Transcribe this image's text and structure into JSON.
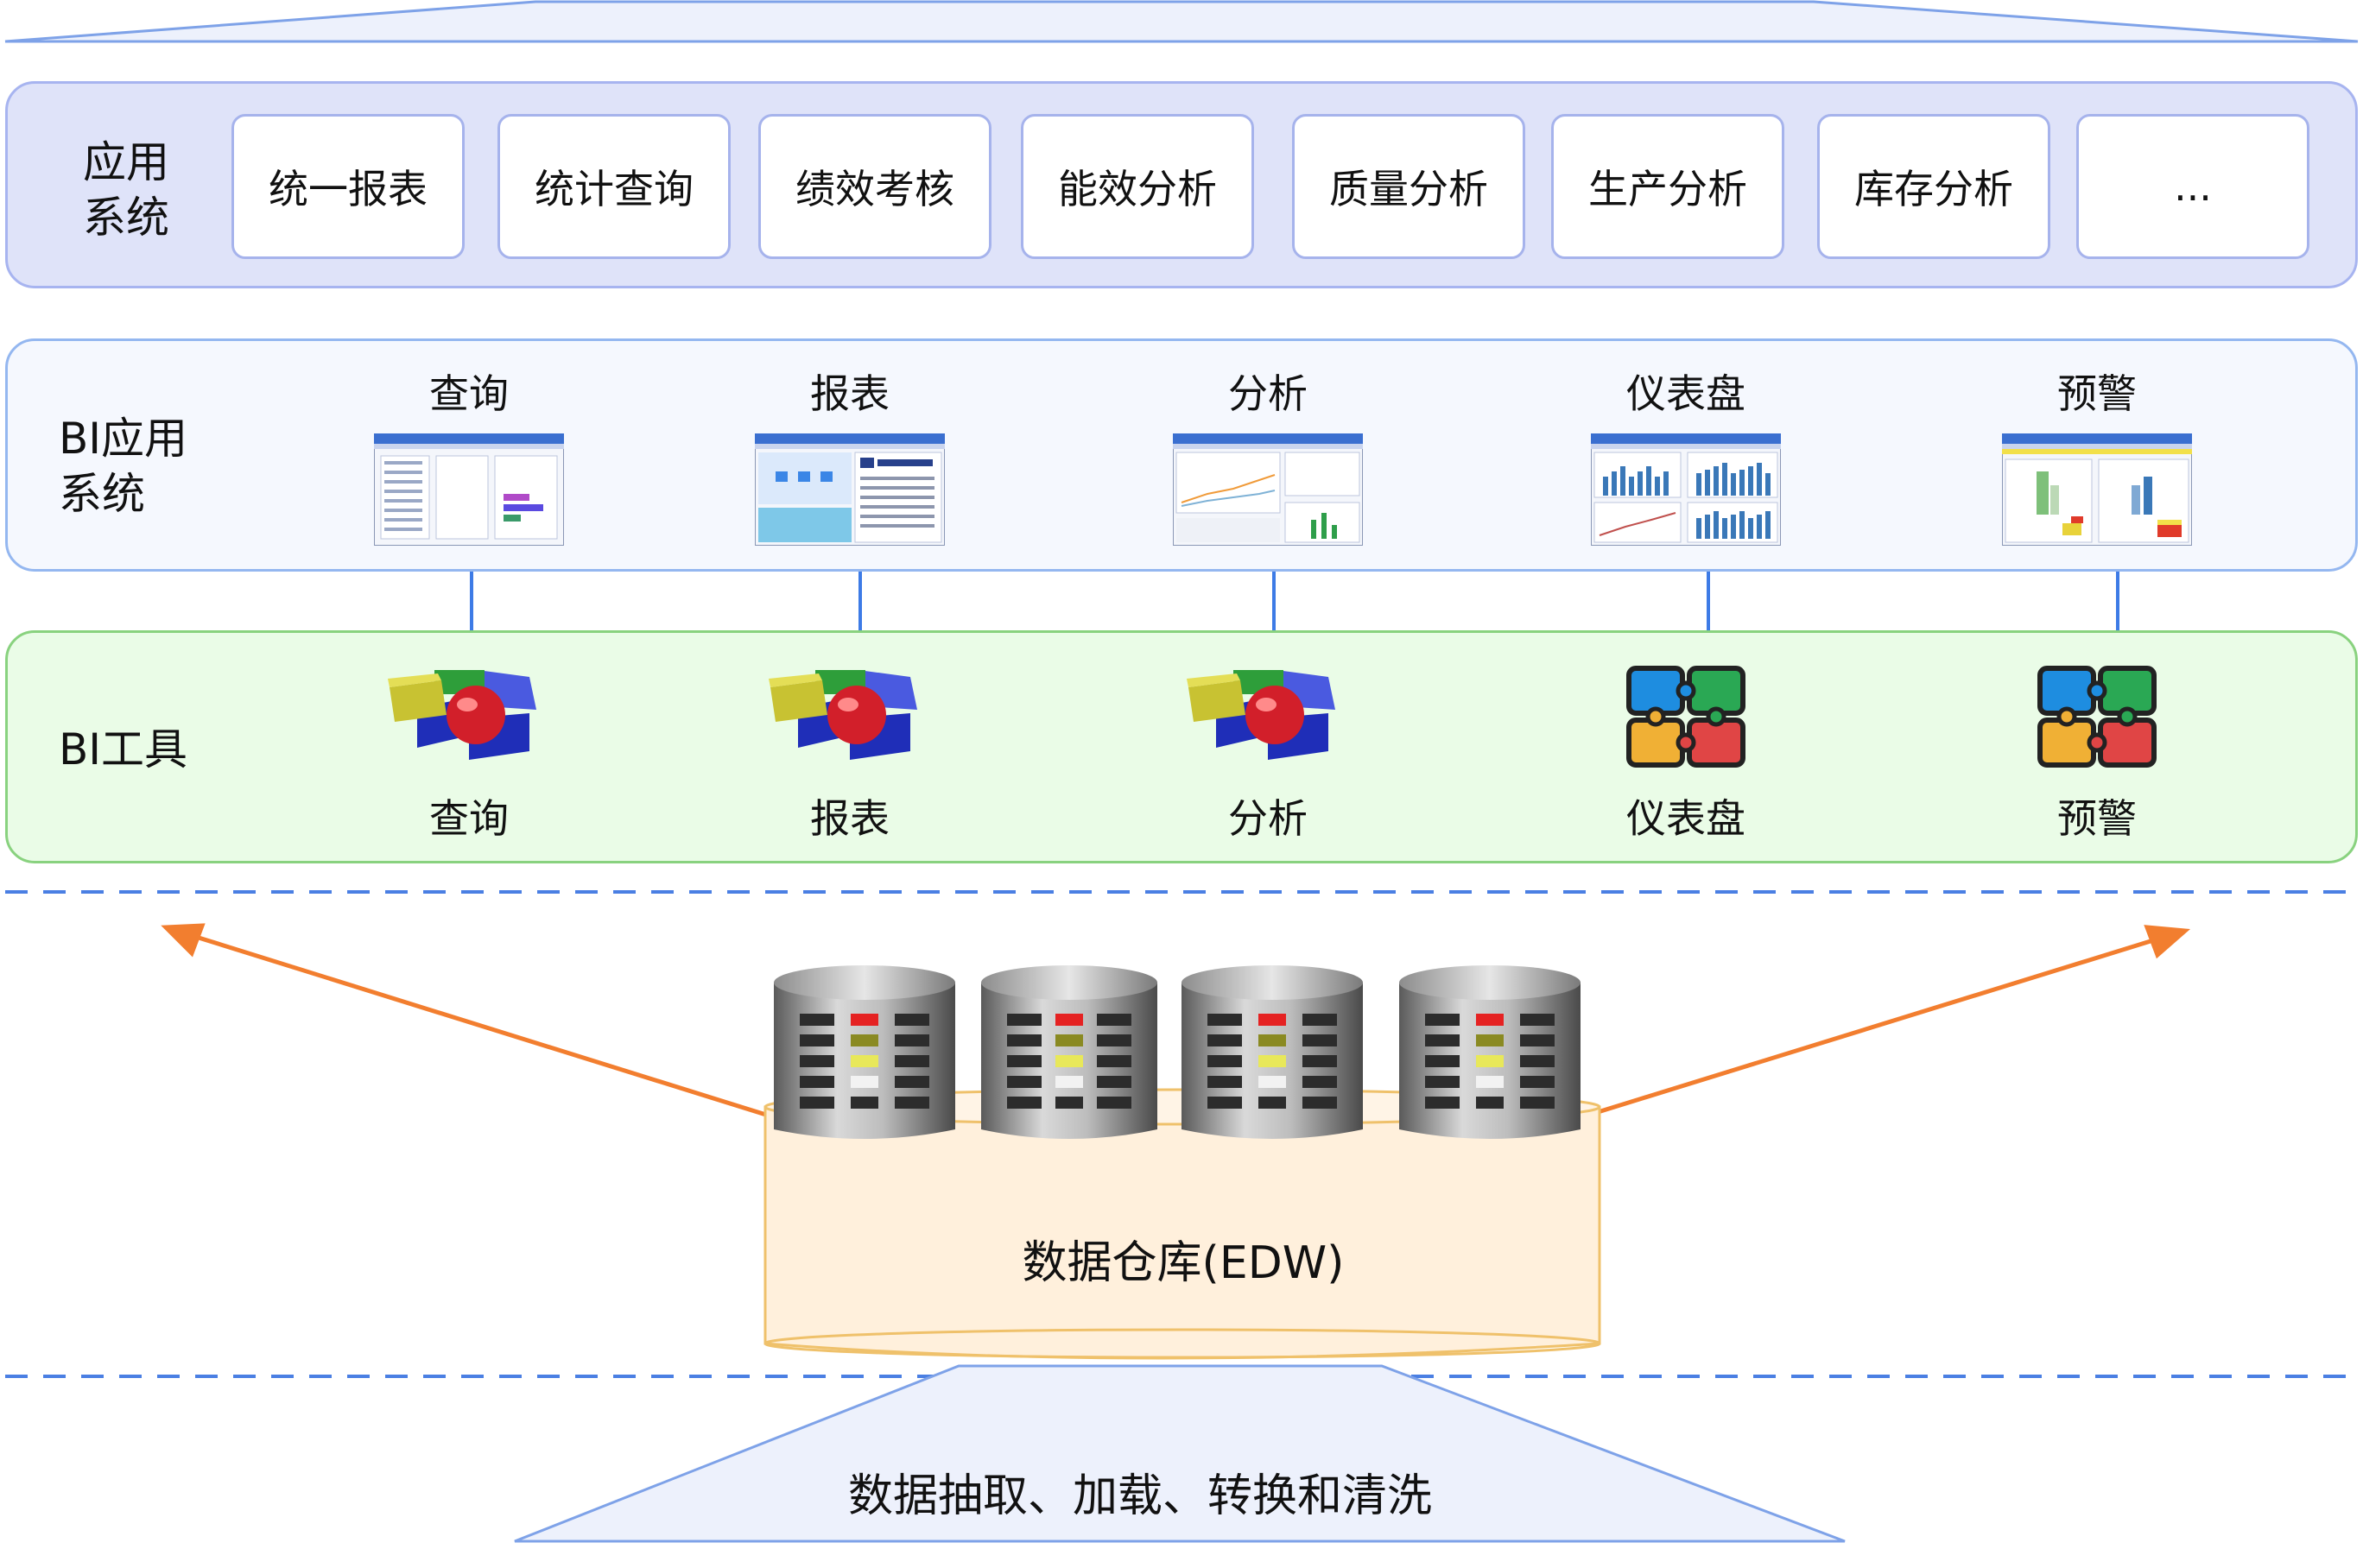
{
  "app_system": {
    "label": "应用\n系统",
    "modules": [
      "统一报表",
      "统计查询",
      "绩效考核",
      "能效分析",
      "质量分析",
      "生产分析",
      "库存分析",
      "..."
    ]
  },
  "bi_app_system": {
    "label": "BI应用\n系统",
    "items": [
      {
        "label": "查询",
        "icon": "query-screenshot-icon"
      },
      {
        "label": "报表",
        "icon": "report-screenshot-icon"
      },
      {
        "label": "分析",
        "icon": "analysis-screenshot-icon"
      },
      {
        "label": "仪表盘",
        "icon": "dashboard-screenshot-icon"
      },
      {
        "label": "预警",
        "icon": "alert-screenshot-icon"
      }
    ]
  },
  "bi_tools": {
    "label": "BI工具",
    "items": [
      {
        "label": "查询",
        "icon": "olap-cube-icon"
      },
      {
        "label": "报表",
        "icon": "olap-cube-icon"
      },
      {
        "label": "分析",
        "icon": "olap-cube-icon"
      },
      {
        "label": "仪表盘",
        "icon": "puzzle-icon"
      },
      {
        "label": "预警",
        "icon": "puzzle-icon"
      }
    ]
  },
  "edw": {
    "label": "数据仓库(EDW)",
    "icon": "database-server-icon"
  },
  "etl": {
    "label": "数据抽取、加载、转换和清洗"
  },
  "colors": {
    "app_band": "#dfe3f9",
    "bi_band": "#f5f8fe",
    "tool_band": "#eafce7",
    "arrow_blue": "#3d7be6",
    "arrow_orange": "#f27e2f",
    "dashed_line": "#4a7fe3",
    "edw_fill": "#fff0dc"
  }
}
